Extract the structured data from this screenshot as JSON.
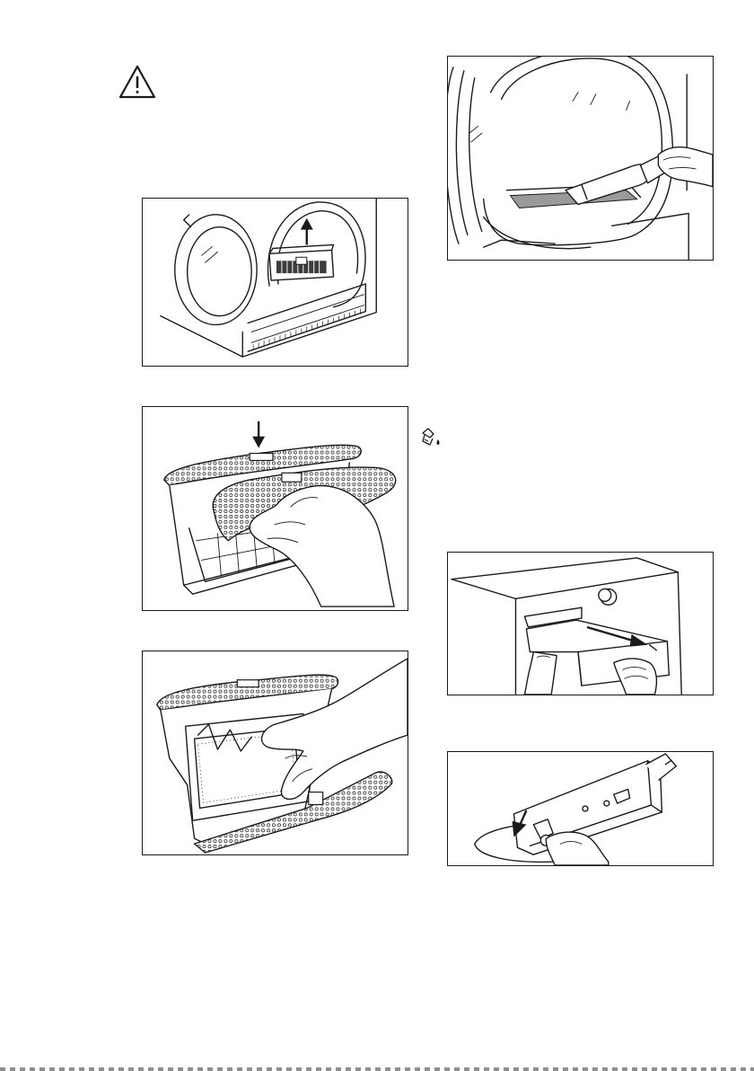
{
  "page": {
    "background": "#ffffff",
    "line_color": "#1a1a1a"
  },
  "icons": {
    "warning": "warning-triangle-icon",
    "tip": "environment-tip-icon"
  },
  "figures": [
    {
      "id": "fig1",
      "name": "figure-lift-filter-out",
      "depicts": "door-open-dryer-filter-pulled-up"
    },
    {
      "id": "fig2",
      "name": "figure-open-filter",
      "depicts": "press-filter-open"
    },
    {
      "id": "fig3",
      "name": "figure-clean-filter",
      "depicts": "clean-filter-mesh"
    },
    {
      "id": "fig4",
      "name": "figure-vacuum-filter-housing",
      "depicts": "vacuum-drum-filter-seat"
    },
    {
      "id": "fig5",
      "name": "figure-pull-water-container",
      "depicts": "pull-out-water-container"
    },
    {
      "id": "fig6",
      "name": "figure-empty-water-container",
      "depicts": "empty-water-container"
    }
  ]
}
